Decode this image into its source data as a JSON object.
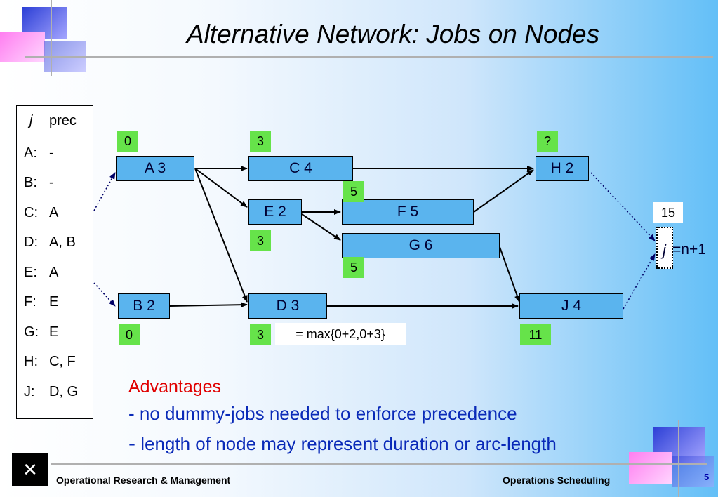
{
  "title": "Alternative Network: Jobs on Nodes",
  "table": {
    "header_j": "j",
    "header_prec": "prec",
    "rows": [
      {
        "job": "A:",
        "prec": "-"
      },
      {
        "job": "B:",
        "prec": "-"
      },
      {
        "job": "C:",
        "prec": "A"
      },
      {
        "job": "D:",
        "prec": "A, B"
      },
      {
        "job": "E:",
        "prec": "A"
      },
      {
        "job": "F:",
        "prec": "E"
      },
      {
        "job": "G:",
        "prec": "E"
      },
      {
        "job": "H:",
        "prec": "C, F"
      },
      {
        "job": "J:",
        "prec": "D, G"
      }
    ]
  },
  "nodes": {
    "A": "A 3",
    "B": "B 2",
    "C": "C 4",
    "D": "D 3",
    "E": "E 2",
    "F": "F 5",
    "G": "G 6",
    "H": "H 2",
    "J": "J 4"
  },
  "start_times": {
    "A": "0",
    "B": "0",
    "C": "3",
    "D": "3",
    "E": "3",
    "F": "5",
    "G": "5",
    "H": "?",
    "J": "11"
  },
  "max_note": "= max{0+2,0+3}",
  "end_node": {
    "value": "15",
    "j": "j",
    "label": "=n+1"
  },
  "advantages": {
    "heading": "Advantages",
    "line1": "- no dummy-jobs needed to enforce precedence",
    "line2_dash": "-",
    "line2": " length of node may represent duration or arc-length"
  },
  "footer": {
    "left": "Operational Research & Management",
    "right": "Operations Scheduling",
    "page": "5",
    "logo_glyph": "✕"
  },
  "colors": {
    "node_fill": "#5ab4ee",
    "tag_fill": "#66e34a",
    "advantages_heading": "#e00000",
    "advantages_text": "#0a2ab8"
  }
}
